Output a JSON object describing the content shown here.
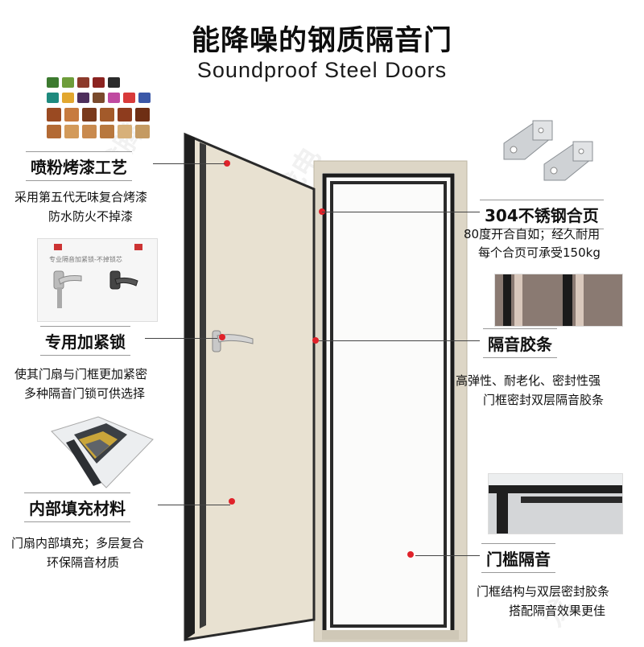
{
  "header": {
    "title_cn": "能降噪的钢质隔音门",
    "title_en": "Soundproof Steel Doors"
  },
  "swatches": {
    "row1": [
      "#3c7a2f",
      "#6e9d3a",
      "#8c3a2b",
      "#8b2320",
      "#2b2b2b"
    ],
    "row2": [
      "#1e8a7e",
      "#e2a72f",
      "#4e2f5c",
      "#7a4a2c",
      "#c04aa0",
      "#d83a3a",
      "#3b58a8"
    ],
    "wood": [
      "#9a4a22",
      "#c77b3f",
      "#7a3a1c",
      "#a35a2a",
      "#8e3c1e",
      "#6e2e14",
      "#b36a34",
      "#d39a5a",
      "#c98a4e",
      "#b8783e",
      "#d7b07a",
      "#c49a62"
    ]
  },
  "features": {
    "paint": {
      "label": "喷粉烤漆工艺",
      "desc1": "采用第五代无味复合烤漆",
      "desc2": "防水防火不掉漆"
    },
    "hinge": {
      "label": "304不锈钢合页",
      "desc1": "80度开合自如；经久耐用",
      "desc2": "每个合页可承受150kg"
    },
    "lock": {
      "label": "专用加紧锁",
      "desc1": "使其门扇与门框更加紧密",
      "desc2": "多种隔音门锁可供选择"
    },
    "seal": {
      "label": "隔音胶条",
      "desc1": "高弹性、耐老化、密封性强",
      "desc2": "门框密封双层隔音胶条"
    },
    "filling": {
      "label": "内部填充材料",
      "desc1": "门扇内部填充；多层复合",
      "desc2": "环保隔音材质"
    },
    "threshold": {
      "label": "门槛隔音",
      "desc1": "门框结构与双层密封胶条",
      "desc2": "搭配隔音效果更佳"
    }
  },
  "lock_package": {
    "box_text": "专业隔音加紧锁-不掉锁芯"
  },
  "colors": {
    "door_panel": "#e6dfcf",
    "frame": "#d9d2c2",
    "seal": "#1a1a1a",
    "accent_dot": "#e0222a"
  }
}
